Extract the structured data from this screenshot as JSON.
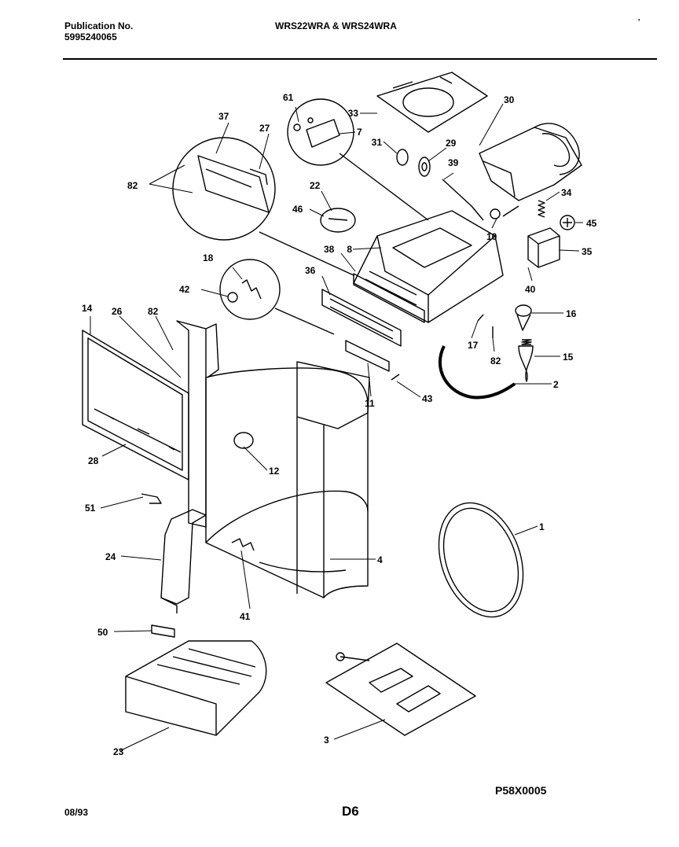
{
  "header": {
    "publication_label": "Publication No.",
    "publication_number": "5995240065",
    "models": "WRS22WRA & WRS24WRA",
    "corner_mark": "'"
  },
  "callouts": [
    "1",
    "2",
    "3",
    "4",
    "7",
    "8",
    "10",
    "11",
    "12",
    "14",
    "15",
    "16",
    "17",
    "18",
    "22",
    "23",
    "24",
    "26",
    "27",
    "28",
    "29",
    "30",
    "31",
    "33",
    "34",
    "35",
    "36",
    "37",
    "38",
    "39",
    "40",
    "41",
    "42",
    "43",
    "45",
    "46",
    "50",
    "51",
    "61",
    "82"
  ],
  "footer": {
    "date": "08/93",
    "page": "D6",
    "diagram_code": "P58X0005"
  }
}
